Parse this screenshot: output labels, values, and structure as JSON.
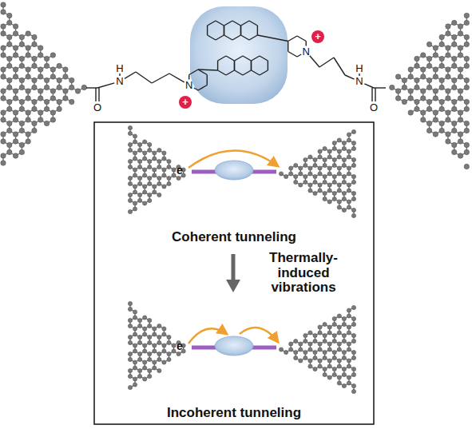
{
  "diagram": {
    "labels": [
      "H",
      "N",
      "O",
      "N",
      "+",
      "+",
      "N",
      "H",
      "N",
      "O",
      "e",
      "Coherent tunneling",
      "Thermally-induced vibrations",
      "e",
      "Incoherent tunneling"
    ]
  }
}
